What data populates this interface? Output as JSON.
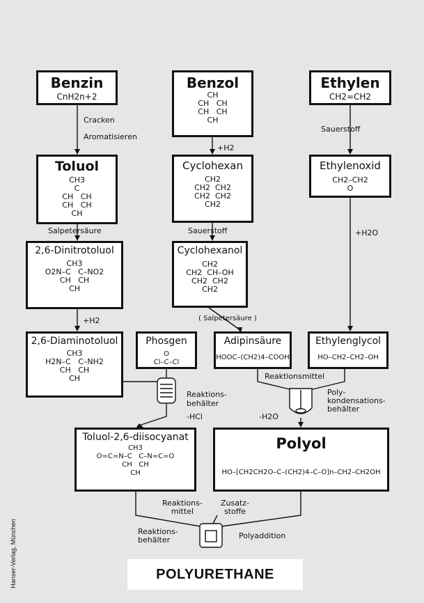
{
  "diagram": {
    "nodes": {
      "benzin": {
        "name": "Benzin",
        "formula": "CnH2n+2"
      },
      "benzol": {
        "name": "Benzol",
        "formula": "CH\nCH   CH\nCH   CH\nCH"
      },
      "ethylen": {
        "name": "Ethylen",
        "formula": "CH2=CH2"
      },
      "toluol": {
        "name": "Toluol",
        "formula": "CH3\nC\nCH   CH\nCH   CH\nCH"
      },
      "cyclohexan": {
        "name": "Cyclohexan",
        "formula": "CH2\nCH2  CH2\nCH2  CH2\nCH2"
      },
      "ethylenoxid": {
        "name": "Ethylenoxid",
        "formula": "CH2–CH2\nO"
      },
      "dinitrotoluol": {
        "name": "2,6-Dinitrotoluol",
        "formula": "CH3\nO2N–C   C–NO2\nCH   CH\nCH"
      },
      "cyclohexanol": {
        "name": "Cyclohexanol",
        "formula": "CH2\nCH2  CH–OH\nCH2  CH2\nCH2"
      },
      "diaminotoluol": {
        "name": "2,6-Diaminotoluol",
        "formula": "CH3\nH2N–C   C–NH2\nCH   CH\nCH"
      },
      "phosgen": {
        "name": "Phosgen",
        "formula": "O\nCl–C–Cl"
      },
      "adipinsaeure": {
        "name": "Adipinsäure",
        "formula": "HOOC–(CH2)4–COOH"
      },
      "ethylenglycol": {
        "name": "Ethylenglycol",
        "formula": "HO–CH2–CH2–OH"
      },
      "tdi": {
        "name": "Toluol-2,6-diisocyanat",
        "formula": "CH3\nO=C=N–C   C–N=C=O\nCH   CH\nCH"
      },
      "polyol": {
        "name": "Polyol",
        "formula": "HO–[CH2CH2O–C–(CH2)4–C–O]n–CH2–CH2OH"
      }
    },
    "labels": {
      "cracken": "Cracken",
      "aromatisieren": "Aromatisieren",
      "benzol_h2": "+H2",
      "sauerstoff_top": "Sauerstoff",
      "salpetersaeure": "Salpetersäure",
      "sauerstoff_mid": "Sauerstoff",
      "ethylenoxid_h2o": "+H2O",
      "dinitro_h2": "+H2",
      "salpetersaeure_paren": "( Salpetersäure )",
      "reaktionsmittel_top": "Reaktionsmittel",
      "reaktionsbehaelter_top": "Reaktions-\nbehälter",
      "hcl": "-HCl",
      "h2o_minus": "-H2O",
      "polykondensation": "Poly-\nkondensations-\nbehälter",
      "reaktionsmittel_bottom": "Reaktions-\nmittel",
      "zusatzstoffe": "Zusatz-\nstoffe",
      "reaktionsbehaelter_bottom": "Reaktions-\nbehälter",
      "polyaddition": "Polyaddition"
    }
  },
  "caption": "POLYURETHANE",
  "credit": "Hanser-Verlag, München"
}
